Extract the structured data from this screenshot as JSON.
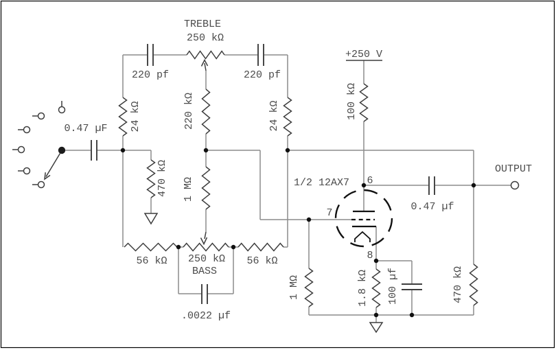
{
  "colors": {
    "background": "#ffffff",
    "border": "#000000",
    "wire": "#8c8c8c",
    "component": "#3d3d3d",
    "text": "#4a4a4a",
    "junction": "#101010",
    "tube": "#111111"
  },
  "input": {
    "selector_contact_count": "6",
    "coupling_cap": "0.47 µF"
  },
  "tone_stack": {
    "treble_label": "TREBLE",
    "treble_pot_value": "250 kΩ",
    "treble_cap_left": "220 pf",
    "treble_cap_right": "220 pf",
    "series_resistor_left": "24 kΩ",
    "series_resistor_right": "24 kΩ",
    "center_resistor": "220 kΩ",
    "shunt_resistor": "470 kΩ",
    "center_feed_resistor": "1 MΩ",
    "bass_resistor_left": "56 kΩ",
    "bass_resistor_right": "56 kΩ",
    "bass_pot_value": "250 kΩ",
    "bass_label": "BASS",
    "bass_cap": ".0022 µf"
  },
  "amplifier": {
    "supply_label": "+250 V",
    "plate_resistor": "100 kΩ",
    "tube_label": "1/2 12AX7",
    "pin_plate": "6",
    "pin_grid": "7",
    "pin_cathode": "8",
    "grid_resistor": "1 MΩ",
    "cathode_resistor": "1.8 kΩ",
    "cathode_bypass_cap": "100 µf"
  },
  "output": {
    "load_resistor": "470 kΩ",
    "coupling_cap": "0.47 µf",
    "label": "OUTPUT"
  }
}
